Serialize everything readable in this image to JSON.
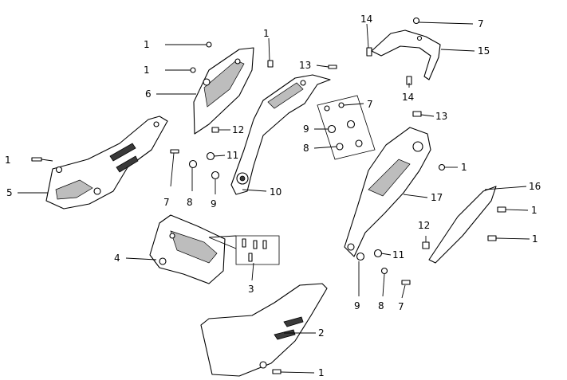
{
  "callouts": {
    "c1a": "1",
    "c1b": "1",
    "c1c": "1",
    "c1d": "1",
    "c1e": "1",
    "c1f": "1",
    "c1g": "1",
    "c1h": "1",
    "c2": "2",
    "c3": "3",
    "c4": "4",
    "c5": "5",
    "c6": "6",
    "c7a": "7",
    "c7b": "7",
    "c7c": "7",
    "c7d": "7",
    "c8a": "8",
    "c8b": "8",
    "c8c": "8",
    "c9a": "9",
    "c9b": "9",
    "c9c": "9",
    "c10": "10",
    "c11a": "11",
    "c11b": "11",
    "c12a": "12",
    "c12b": "12",
    "c13a": "13",
    "c13b": "13",
    "c14a": "14",
    "c14b": "14",
    "c15": "15",
    "c16": "16",
    "c17": "17"
  }
}
